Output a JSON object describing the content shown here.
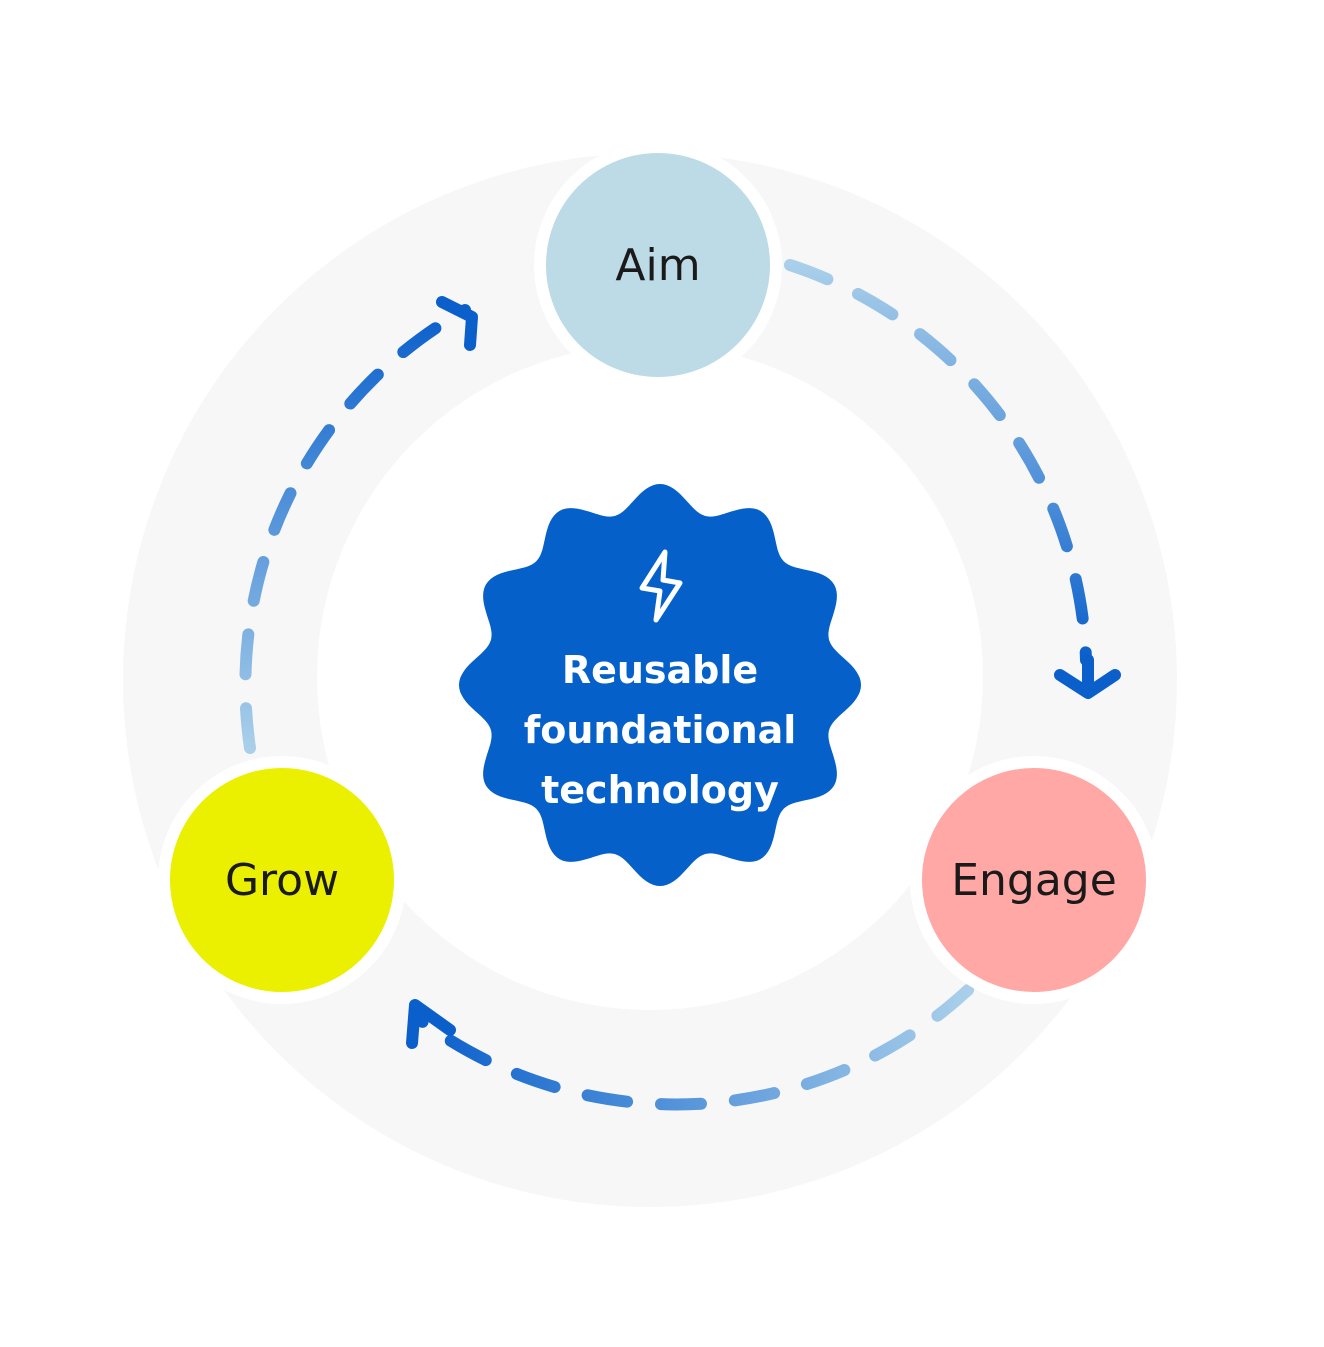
{
  "center": {
    "icon": "lightning-bolt-icon",
    "lines": [
      "Reusable",
      "foundational",
      "technology"
    ]
  },
  "stages": [
    {
      "label": "Aim",
      "color": "#BCDBE6"
    },
    {
      "label": "Engage",
      "color": "#FFA8A6"
    },
    {
      "label": "Grow",
      "color": "#EAF000"
    }
  ],
  "colors": {
    "ring": "#F7F7F7",
    "badge": "#0560C9",
    "arrow_light": "#A9CFEA",
    "arrow_dark": "#0A5FCB"
  }
}
